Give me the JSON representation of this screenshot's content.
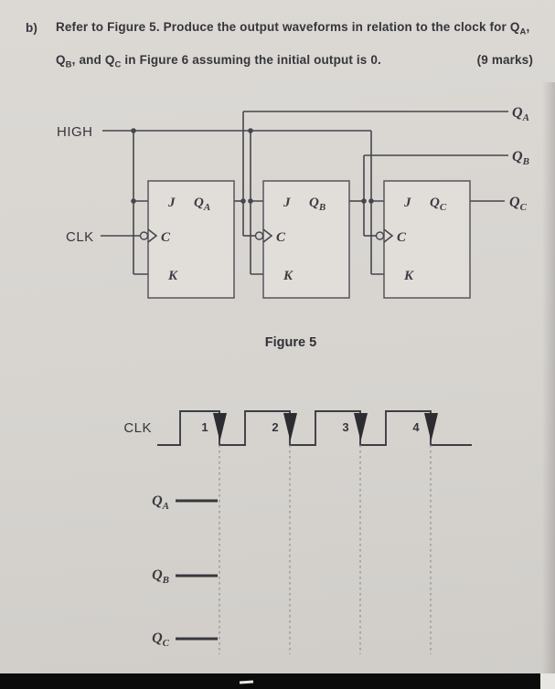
{
  "question": {
    "label": "b)",
    "line1_text": "Refer to Figure 5. Produce the output waveforms in relation to the clock for Q",
    "line1_sub": "A",
    "line1_tail": ",",
    "line2_part1": "Q",
    "line2_sub1": "B",
    "line2_part2": ", and Q",
    "line2_sub2": "C",
    "line2_part3": " in Figure 6 assuming the initial output is 0.",
    "marks": "(9 marks)"
  },
  "circuit": {
    "high_label": "HIGH",
    "clk_label": "CLK",
    "flipflops": [
      {
        "j_label": "J",
        "q_label": "Q",
        "q_sub": "A",
        "clock_label": "C",
        "k_label": "K"
      },
      {
        "j_label": "J",
        "q_label": "Q",
        "q_sub": "B",
        "clock_label": "C",
        "k_label": "K"
      },
      {
        "j_label": "J",
        "q_label": "Q",
        "q_sub": "C",
        "clock_label": "C",
        "k_label": "K"
      }
    ],
    "output_labels": [
      {
        "base": "Q",
        "sub": "A"
      },
      {
        "base": "Q",
        "sub": "B"
      },
      {
        "base": "Q",
        "sub": "C"
      }
    ],
    "caption": "Figure 5"
  },
  "timing": {
    "clk_label": "CLK",
    "pulse_numbers": [
      "1",
      "2",
      "3",
      "4"
    ],
    "row_labels": [
      {
        "base": "Q",
        "sub": "A"
      },
      {
        "base": "Q",
        "sub": "B"
      },
      {
        "base": "Q",
        "sub": "C"
      }
    ]
  },
  "colors": {
    "paper": "#d7d4d0",
    "ink": "#3b3b42",
    "scan_bar": "#0b0b0b"
  }
}
